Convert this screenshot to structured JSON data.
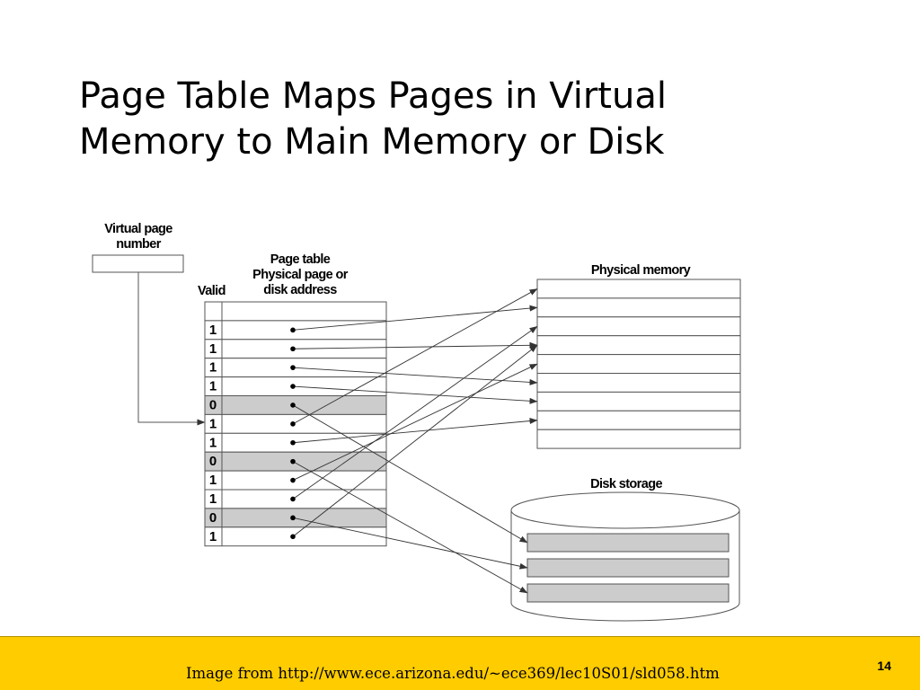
{
  "slide": {
    "title_lines": [
      "Page Table Maps Pages in Virtual",
      "Memory to Main Memory or Disk"
    ],
    "footer_credit": "Image from http://www.ece.arizona.edu/~ece369/lec10S01/sld058.htm",
    "slide_number": "14",
    "footer_color": "#ffcc00"
  },
  "diagram": {
    "virtual_page_label_lines": [
      "Virtual page",
      "number"
    ],
    "page_table_label_lines": [
      "Page table",
      "Physical page or",
      "disk address"
    ],
    "valid_label": "Valid",
    "physical_memory_label": "Physical memory",
    "disk_storage_label": "Disk storage",
    "page_table_entries": [
      {
        "valid": "1",
        "target": "memory",
        "slot": 1
      },
      {
        "valid": "1",
        "target": "memory",
        "slot": 3
      },
      {
        "valid": "1",
        "target": "memory",
        "slot": 5
      },
      {
        "valid": "1",
        "target": "memory",
        "slot": 6
      },
      {
        "valid": "0",
        "target": "disk",
        "slot": 0
      },
      {
        "valid": "1",
        "target": "memory",
        "slot": 0
      },
      {
        "valid": "1",
        "target": "memory",
        "slot": 7
      },
      {
        "valid": "0",
        "target": "disk",
        "slot": 2
      },
      {
        "valid": "1",
        "target": "memory",
        "slot": 4
      },
      {
        "valid": "1",
        "target": "memory",
        "slot": 2
      },
      {
        "valid": "0",
        "target": "disk",
        "slot": 1
      },
      {
        "valid": "1",
        "target": "memory",
        "slot": 3
      }
    ],
    "physical_memory_page_count": 9,
    "disk_block_count": 3,
    "invalid_row_color": "#cccccc",
    "disk_block_color": "#cccccc"
  }
}
